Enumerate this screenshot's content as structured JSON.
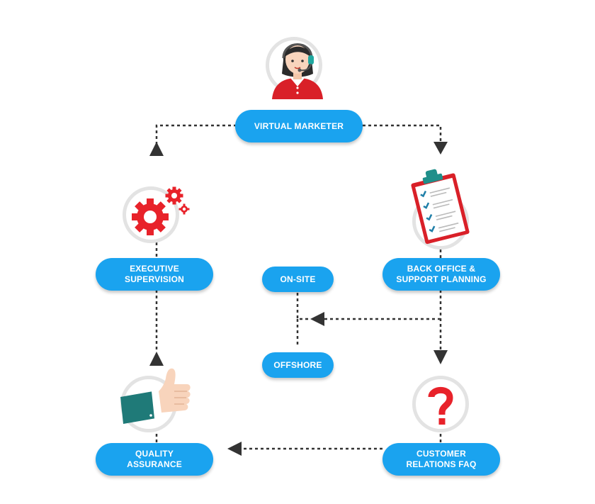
{
  "diagram": {
    "nodes": {
      "virtual_marketer": "VIRTUAL MARKETER",
      "executive_supervision": [
        "EXECUTIVE",
        "SUPERVISION"
      ],
      "back_office": [
        "BACK OFFICE &",
        "SUPPORT PLANNING"
      ],
      "on_site": "ON-SITE",
      "offshore": "OFFSHORE",
      "quality_assurance": [
        "QUALITY",
        "ASSURANCE"
      ],
      "customer_relations": [
        "CUSTOMER",
        "RELATIONS FAQ"
      ]
    },
    "icons": {
      "virtual_marketer": "headset-agent-icon",
      "executive_supervision": "gears-icon",
      "back_office": "clipboard-checklist-icon",
      "quality_assurance": "thumbs-up-icon",
      "customer_relations": "question-mark-icon"
    },
    "colors": {
      "pill": "#1aa3ef",
      "pill_text": "#ffffff",
      "connector": "#333333",
      "icon_red": "#e8222a",
      "ring": "#e3e3e3"
    }
  }
}
